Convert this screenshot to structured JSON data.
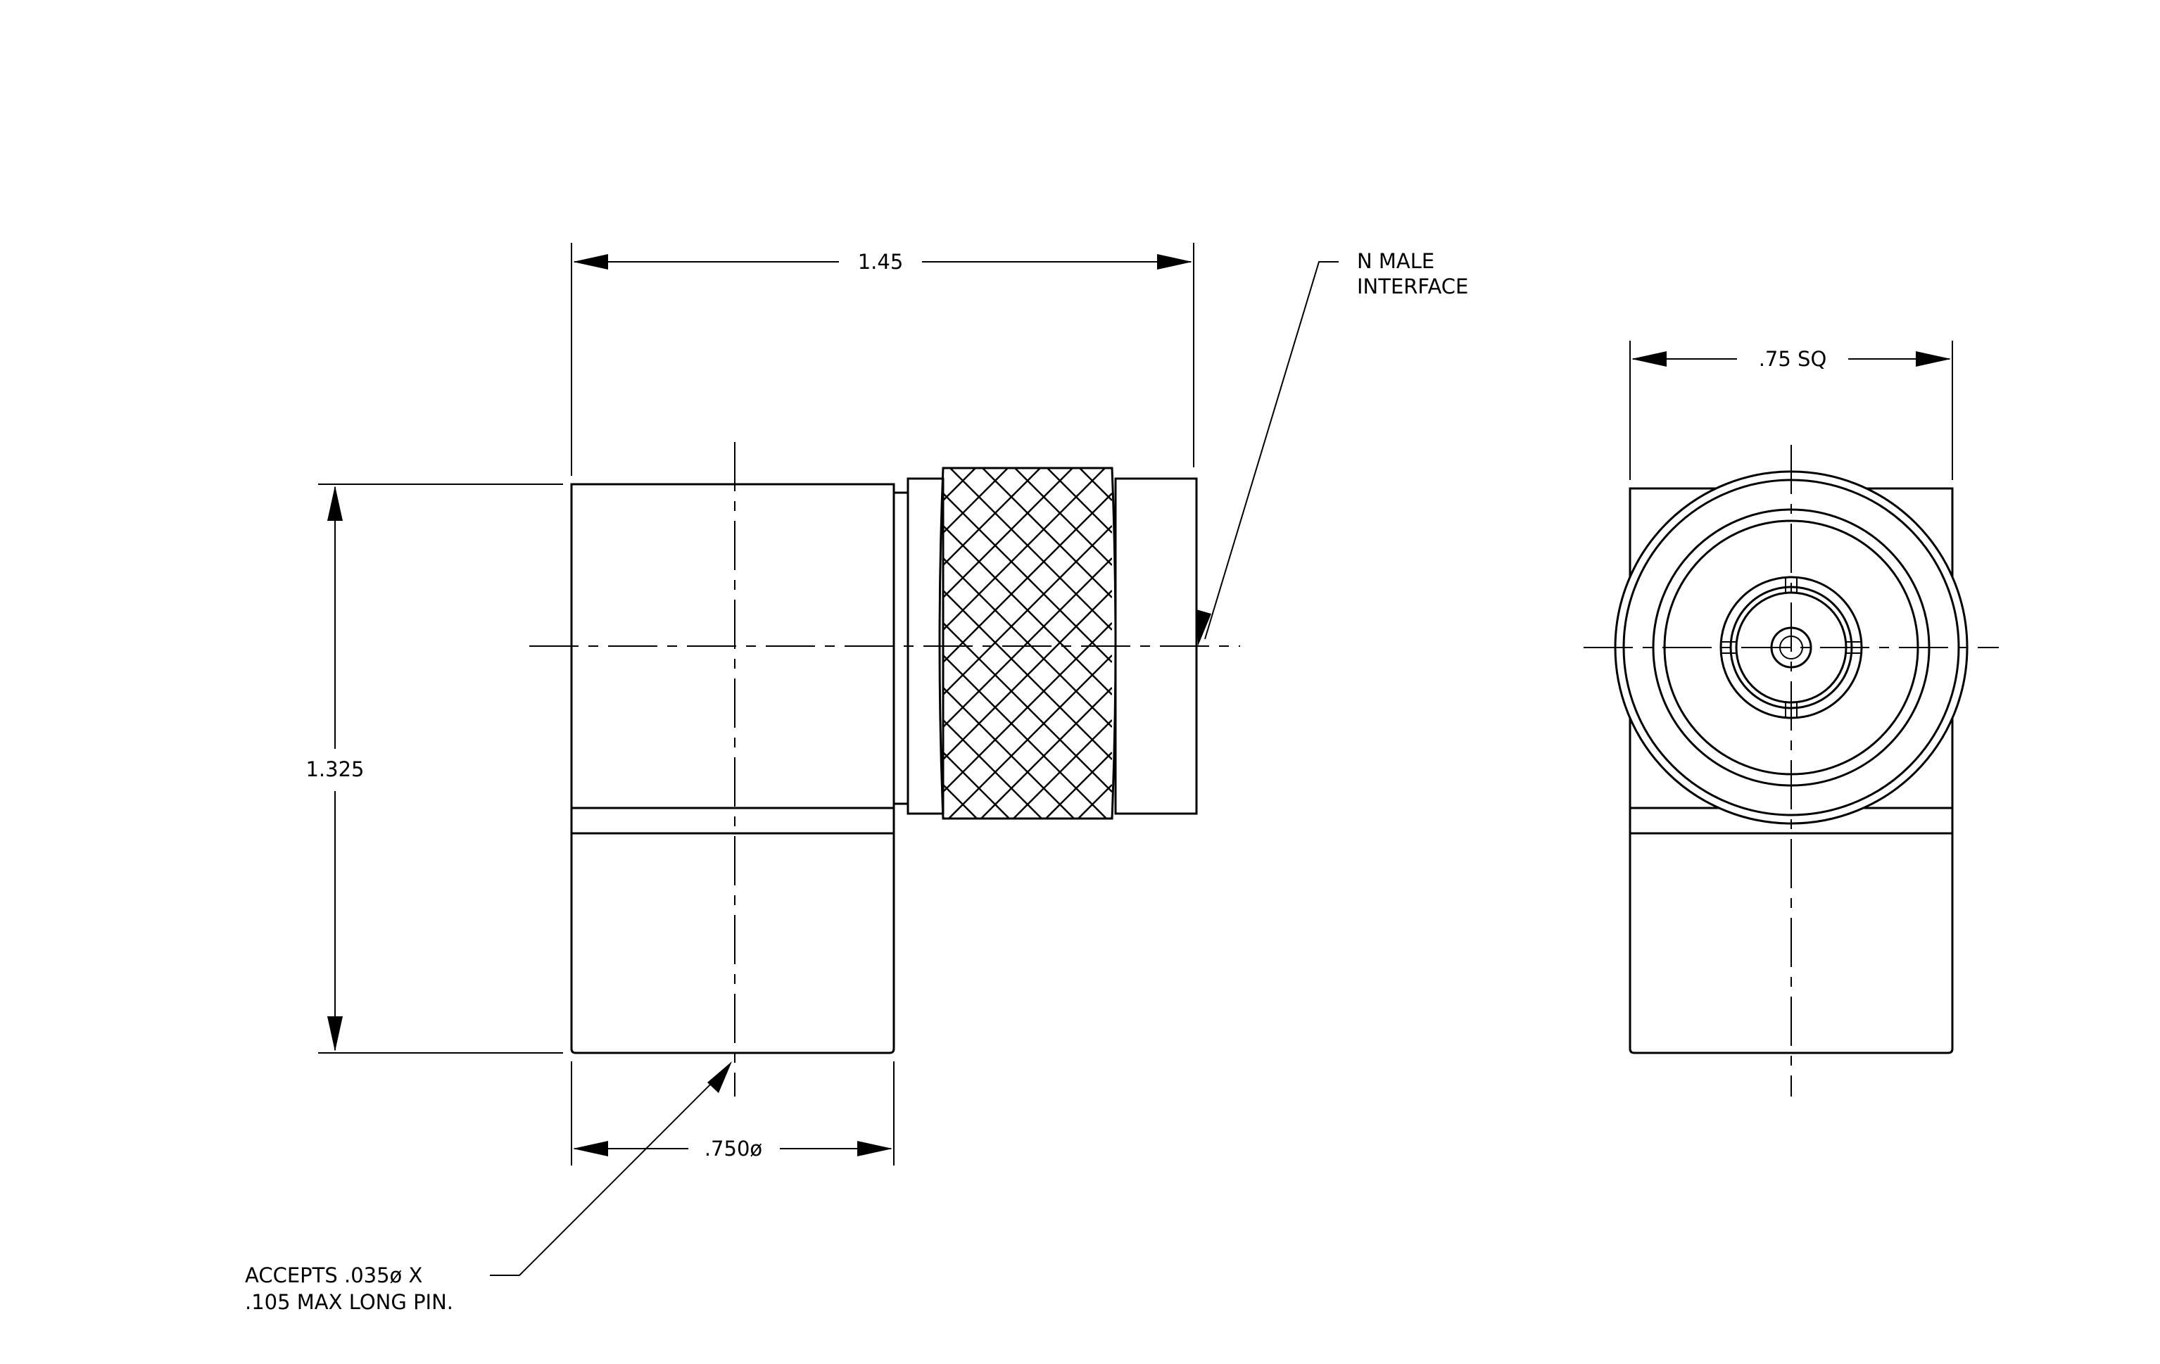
{
  "dimensions": {
    "overall_length": "1.45",
    "overall_height": "1.325",
    "body_diameter": ".750ø",
    "end_square": ".75 SQ"
  },
  "callouts": {
    "interface_line1": "N MALE",
    "interface_line2": "INTERFACE",
    "pin_line1": "ACCEPTS .035ø X",
    "pin_line2": ".105 MAX LONG PIN."
  }
}
